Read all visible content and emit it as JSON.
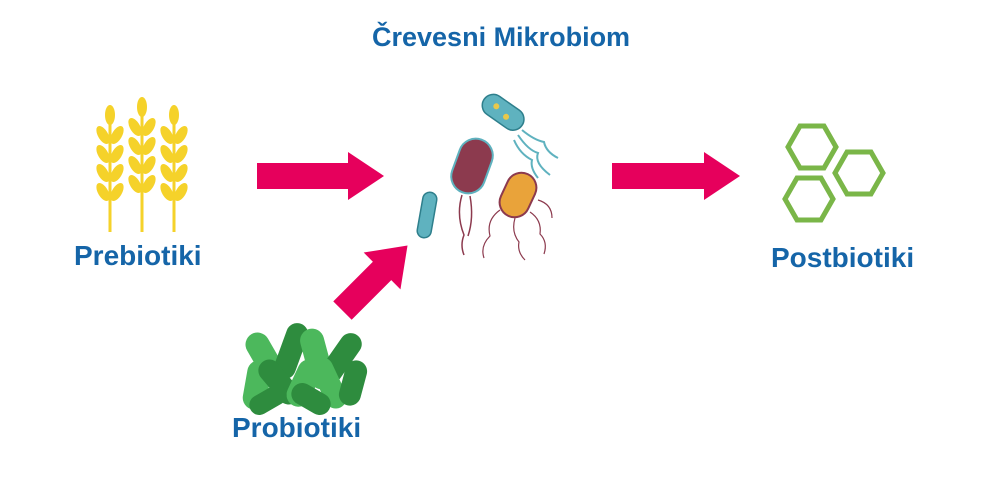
{
  "colors": {
    "label": "#1565a8",
    "arrow": "#e6005c",
    "wheat": "#f5d22a",
    "probiotic": "#4cb85c",
    "probiotic_dark": "#2e8c3e",
    "hexagon": "#7ab648",
    "microbe_teal": "#5fb2bf",
    "microbe_maroon": "#8c3a4e",
    "microbe_orange": "#e9a33a"
  },
  "title": "Črevesni Mikrobiom",
  "nodes": {
    "prebiotics": "Prebiotiki",
    "probiotics": "Probiotiki",
    "postbiotics": "Postbiotiki"
  },
  "icons": {
    "prebiotics": "wheat-icon",
    "probiotics": "bacteria-cluster-icon",
    "microbiome": "microbes-icon",
    "postbiotics": "hexagon-molecule-icon"
  }
}
